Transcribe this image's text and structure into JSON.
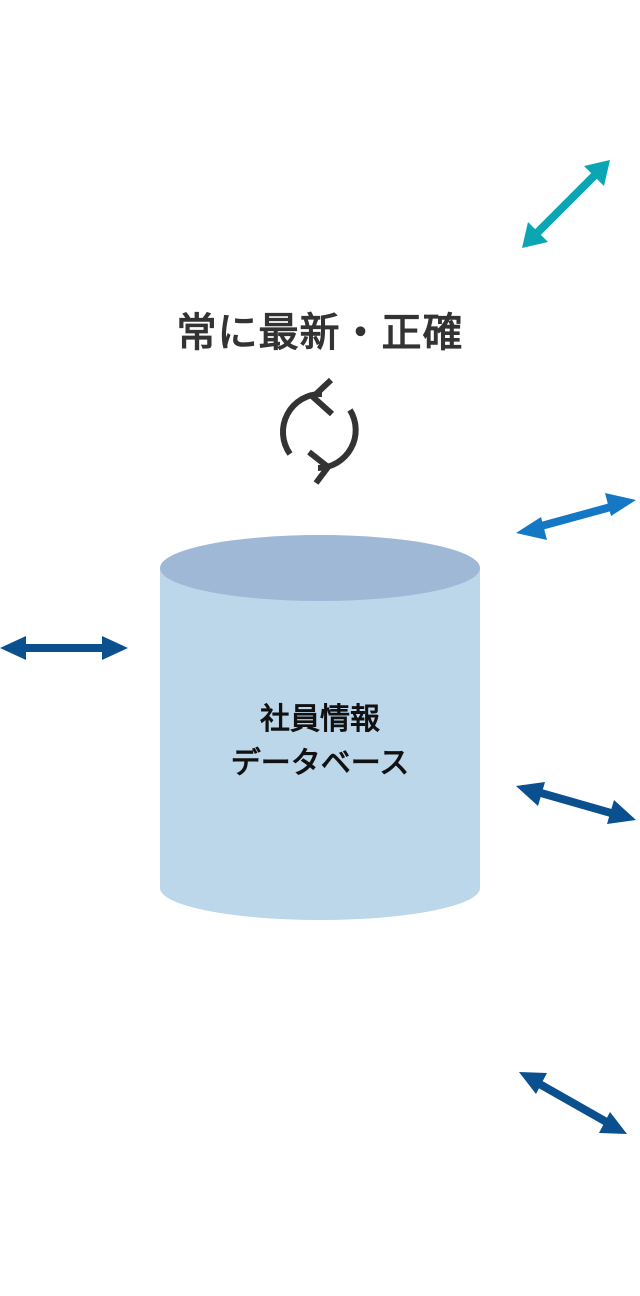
{
  "headline": "常に最新・正確",
  "database": {
    "label_line1": "社員情報",
    "label_line2": "データベース"
  },
  "colors": {
    "headline_text": "#333333",
    "sync_icon": "#333333",
    "cylinder_body": "#bcd6ea",
    "cylinder_top": "#9fb8d6",
    "arrow_teal": "#0aa6b4",
    "arrow_blue": "#1478c4",
    "arrow_navy": "#0a4f8e"
  },
  "icons": {
    "sync": "sync-icon",
    "double_arrow": "double-arrow-icon"
  }
}
